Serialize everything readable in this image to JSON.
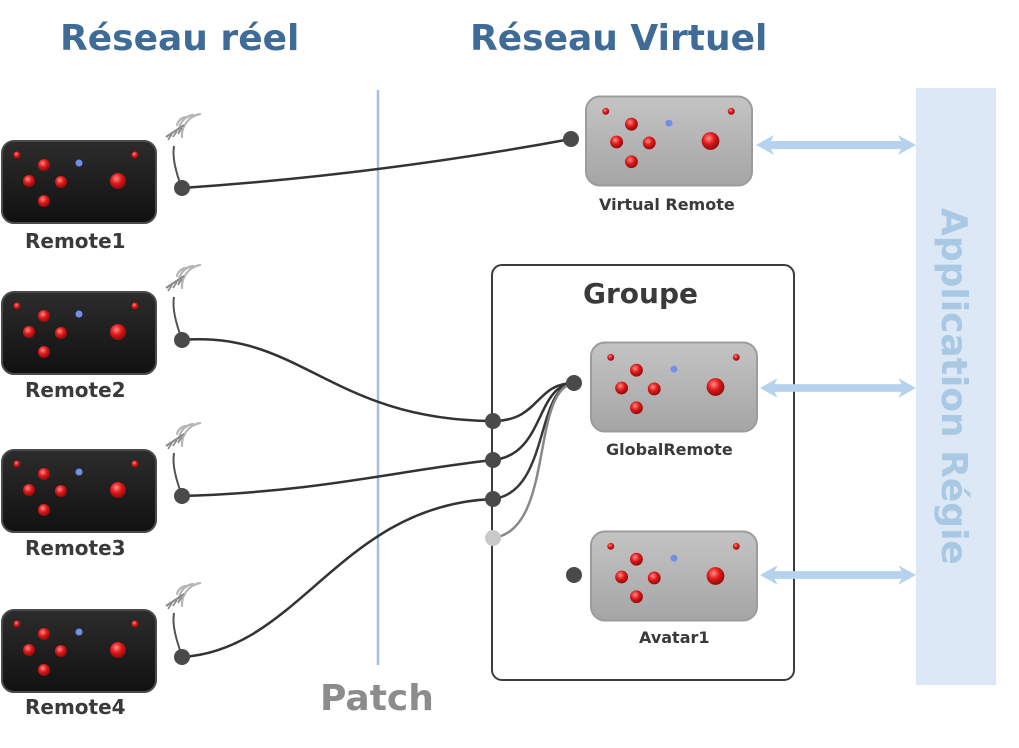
{
  "titles": {
    "real_network": "Réseau réel",
    "virtual_network": "Réseau Virtuel",
    "patch": "Patch",
    "group": "Groupe",
    "application": "Application Régie"
  },
  "real_remotes": [
    {
      "label": "Remote1"
    },
    {
      "label": "Remote2"
    },
    {
      "label": "Remote3"
    },
    {
      "label": "Remote4"
    }
  ],
  "virtual_remotes": {
    "virtual": "Virtual Remote",
    "global": "GlobalRemote",
    "avatar": "Avatar1"
  },
  "colors": {
    "header_blue": "#3f6b98",
    "patch_gray": "#8c8c8c",
    "remote_body": "#1c1c1c",
    "virtual_body": "#b3b3b3",
    "led_red": "#e01818",
    "led_blue": "#6f8fe8",
    "arrow_blue": "#b5d2ee",
    "app_panel": "#dce8f5"
  }
}
